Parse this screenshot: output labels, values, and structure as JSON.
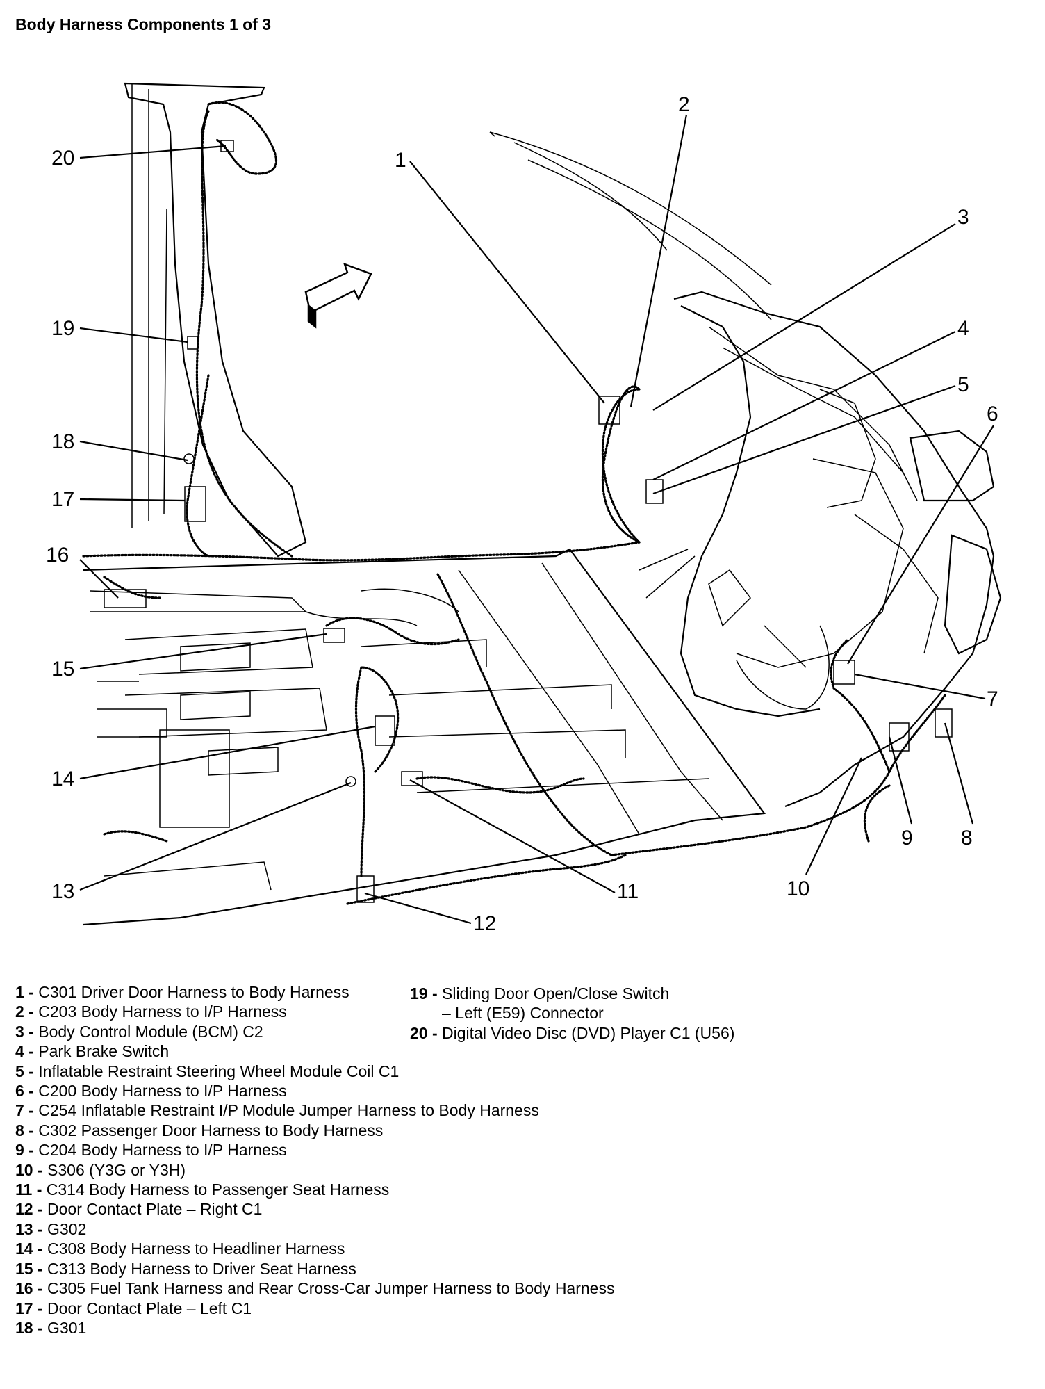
{
  "title": "Body Harness Components 1 of 3",
  "callouts": [
    "1",
    "2",
    "3",
    "4",
    "5",
    "6",
    "7",
    "8",
    "9",
    "10",
    "11",
    "12",
    "13",
    "14",
    "15",
    "16",
    "17",
    "18",
    "19",
    "20"
  ],
  "legend": [
    {
      "num": "1",
      "text": "C301 Driver Door Harness to Body Harness"
    },
    {
      "num": "2",
      "text": "C203 Body Harness to I/P Harness"
    },
    {
      "num": "3",
      "text": "Body Control Module (BCM) C2"
    },
    {
      "num": "4",
      "text": "Park Brake Switch"
    },
    {
      "num": "5",
      "text": "Inflatable Restraint Steering Wheel Module Coil C1"
    },
    {
      "num": "6",
      "text": "C200 Body Harness to I/P Harness"
    },
    {
      "num": "7",
      "text": "C254 Inflatable Restraint I/P Module Jumper Harness to Body Harness"
    },
    {
      "num": "8",
      "text": "C302 Passenger Door Harness to Body Harness"
    },
    {
      "num": "9",
      "text": "C204 Body Harness to I/P Harness"
    },
    {
      "num": "10",
      "text": "S306 (Y3G or Y3H)"
    },
    {
      "num": "11",
      "text": "C314 Body Harness to Passenger Seat Harness"
    },
    {
      "num": "12",
      "text": "Door Contact Plate – Right C1"
    },
    {
      "num": "13",
      "text": "G302"
    },
    {
      "num": "14",
      "text": "C308 Body Harness to Headliner Harness"
    },
    {
      "num": "15",
      "text": "C313 Body Harness to Driver Seat Harness"
    },
    {
      "num": "16",
      "text": "C305 Fuel Tank Harness and Rear Cross-Car Jumper Harness to Body Harness"
    },
    {
      "num": "17",
      "text": "Door Contact Plate – Left C1"
    },
    {
      "num": "18",
      "text": "G301"
    },
    {
      "num": "19",
      "text": "Sliding Door Open/Close Switch",
      "text2": "– Left (E59) Connector"
    },
    {
      "num": "20",
      "text": "Digital Video Disc (DVD) Player C1 (U56)"
    }
  ]
}
